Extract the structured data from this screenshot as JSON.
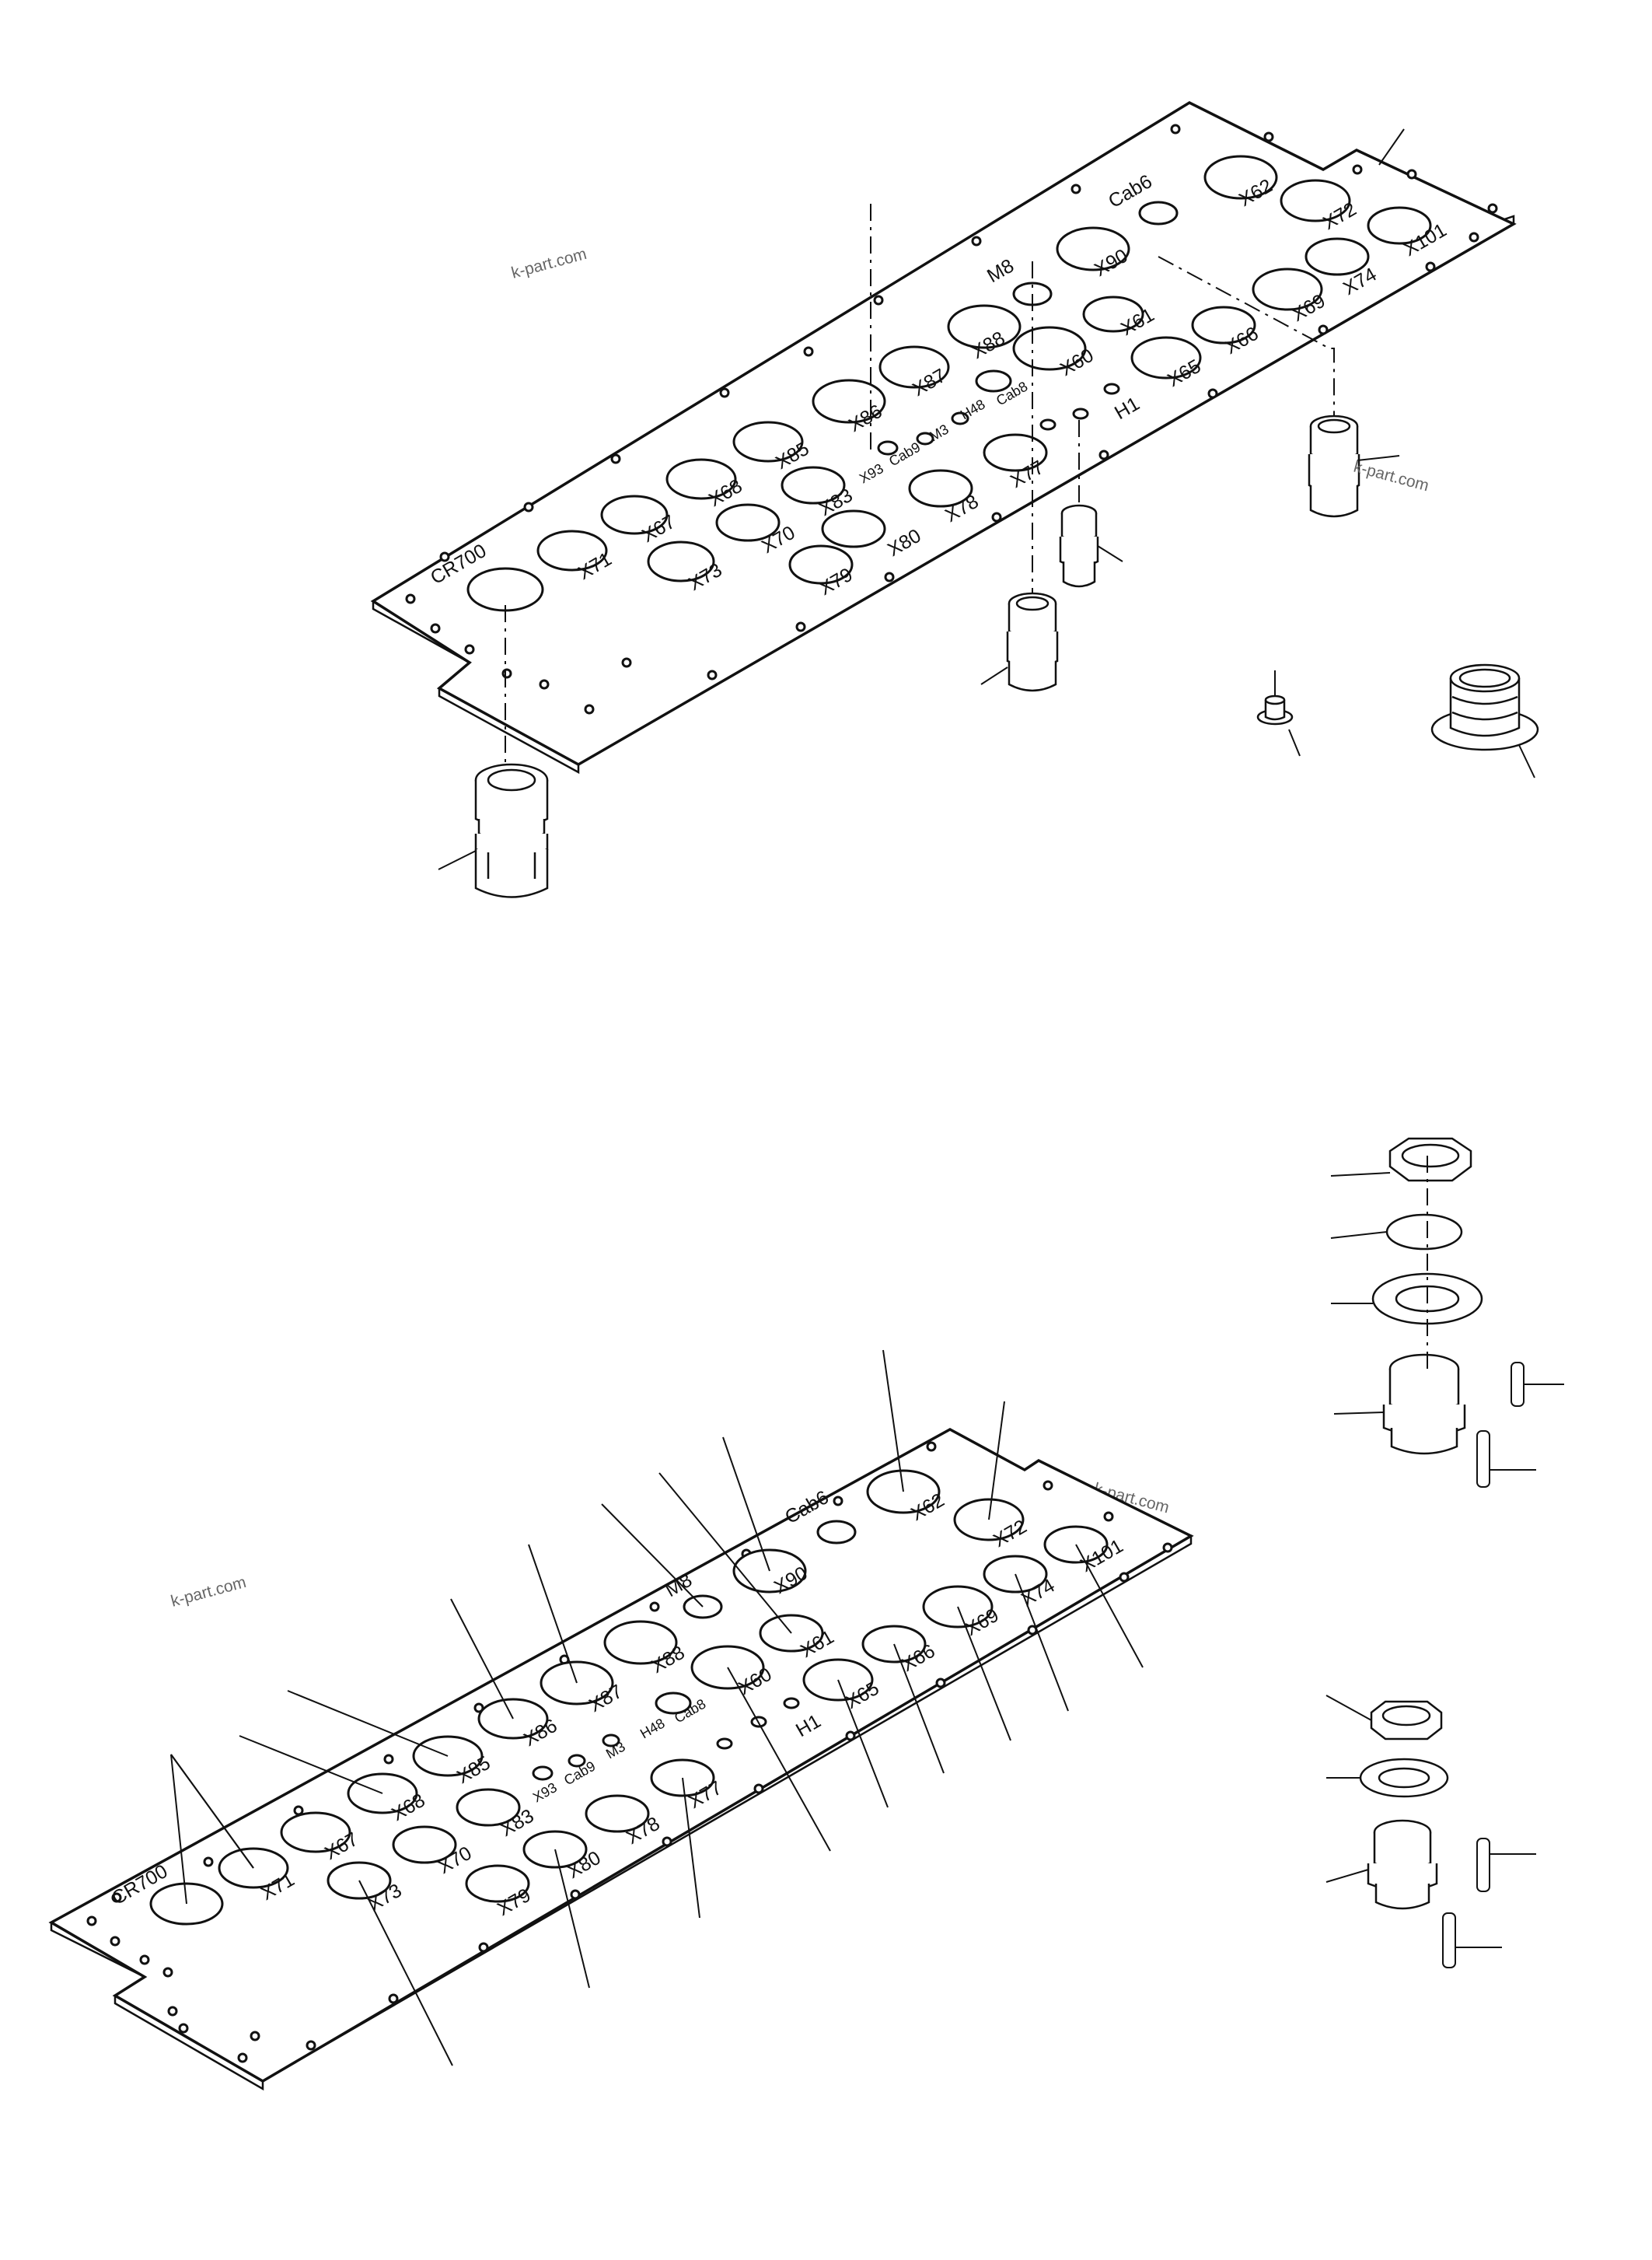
{
  "watermark": "k-part.com",
  "plate_top": {
    "labels": {
      "cr700": "CR700",
      "x71": "X71",
      "x67": "X67",
      "x73": "X73",
      "x68": "X68",
      "x70": "X70",
      "x85": "X85",
      "x79": "X79",
      "x83": "X83",
      "x80": "X80",
      "x86": "X86",
      "x93": "X93",
      "cab9": "Cab9",
      "m3": "M3",
      "x78": "X78",
      "x87": "X87",
      "h48": "H48",
      "cab8": "Cab8",
      "x77": "X77",
      "m8": "M8",
      "x88": "X88",
      "x60": "X60",
      "h1": "H1",
      "x90": "X90",
      "x61": "X61",
      "x65": "X65",
      "cab6": "Cab6",
      "x66": "X66",
      "x62": "X62",
      "x69": "X69",
      "x72": "X72",
      "x74": "X74",
      "x101": "X101"
    }
  },
  "plate_bottom": {
    "labels": {
      "cr700": "CR700",
      "x71": "X71",
      "x67": "X67",
      "x73": "X73",
      "x68": "X68",
      "x70": "X70",
      "x85": "X85",
      "x79": "X79",
      "x83": "X83",
      "x80": "X80",
      "x86": "X86",
      "x93": "X93",
      "cab9": "Cab9",
      "m3": "M3",
      "x78": "X78",
      "x87": "X87",
      "h48": "H48",
      "cab8": "Cab8",
      "x77": "X77",
      "m8": "M8",
      "x88": "X88",
      "x60": "X60",
      "h1": "H1",
      "x90": "X90",
      "x61": "X61",
      "x65": "X65",
      "cab6": "Cab6",
      "x66": "X66",
      "x62": "X62",
      "x69": "X69",
      "x72": "X72",
      "x74": "X74",
      "x101": "X101"
    }
  }
}
